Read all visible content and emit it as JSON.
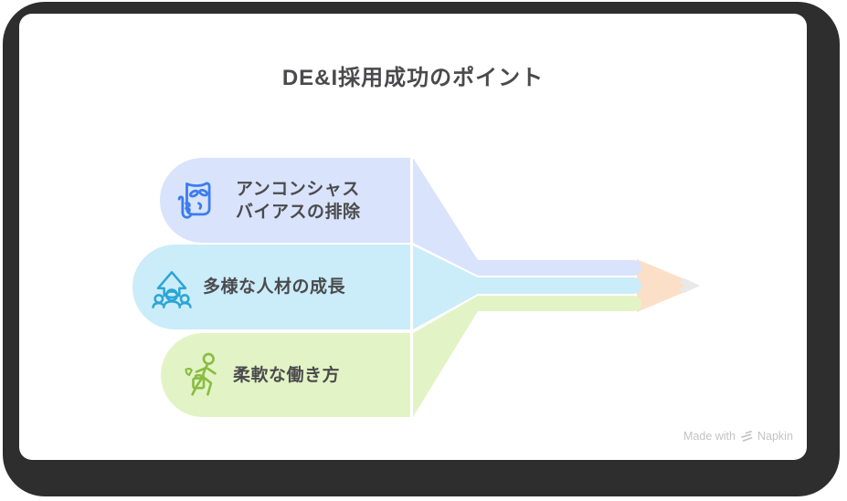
{
  "title": "DE&I採用成功のポイント",
  "items": [
    {
      "id": "unconscious-bias",
      "lines": [
        "アンコンシャス",
        "バイアスの排除"
      ],
      "icon": "mask-icon",
      "band_color": "#d9e3fb",
      "accent_color": "#3b7cf0"
    },
    {
      "id": "diverse-talent-growth",
      "lines": [
        "多様な人材の成長"
      ],
      "icon": "growth-arrow-people-icon",
      "band_color": "#cbecf9",
      "accent_color": "#2aa5d6"
    },
    {
      "id": "flexible-workstyle",
      "lines": [
        "柔軟な働き方"
      ],
      "icon": "walking-person-bag-icon",
      "band_color": "#e2f4c5",
      "accent_color": "#8abc42"
    }
  ],
  "pencil": {
    "wood_color": "#fbdfc6",
    "graphite_color": "#e9e9e9"
  },
  "frame": {
    "background": "#2e2e2e",
    "card_background": "#ffffff"
  },
  "text_color": "#4b4b4d",
  "watermark": {
    "prefix": "Made with",
    "brand": "Napkin",
    "color": "#c3c3c3",
    "icon": "napkin-logo-icon"
  }
}
